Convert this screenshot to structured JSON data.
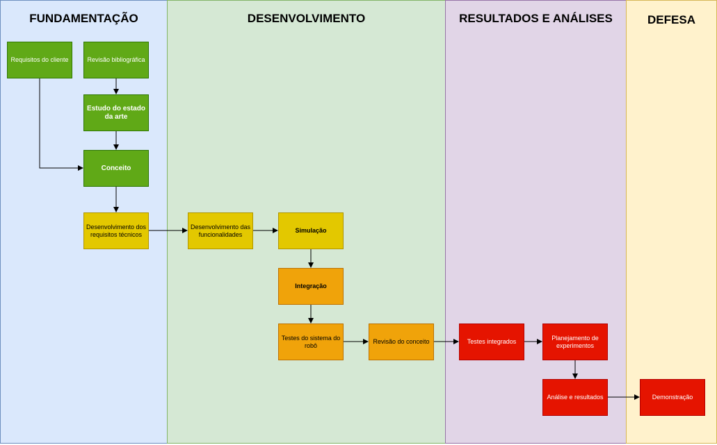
{
  "lanes": [
    {
      "title": "FUNDAMENTAÇÃO",
      "color": "#dae8fc"
    },
    {
      "title": "DESENVOLVIMENTO",
      "color": "#d5e8d4"
    },
    {
      "title": "RESULTADOS E ANÁLISES",
      "color": "#e1d5e7"
    },
    {
      "title": "DEFESA",
      "color": "#fff2cc"
    }
  ],
  "nodes": {
    "requisitos_cliente": "Requisitos do cliente",
    "revisao_bibliografica": "Revisão bibliográfica",
    "estudo_estado_arte": "Estudo do estado da arte",
    "conceito": "Conceito",
    "desenvolvimento_requisitos": "Desenvolvimento dos requisitos técnicos",
    "desenvolvimento_funcionalidades": "Desenvolvimento das funcionalidades",
    "simulacao": "Simulação",
    "integracao": "Integração",
    "testes_sistema": "Testes do sistema do robô",
    "revisao_conceito": "Revisão do conceito",
    "testes_integrados": "Testes integrados",
    "planejamento": "Planejamento de experimentos",
    "analise": "Análise e resultados",
    "demonstracao": "Demonstração"
  },
  "colors": {
    "green": "#60a917",
    "yellow": "#e3c800",
    "orange": "#f0a30a",
    "red": "#e51400"
  }
}
